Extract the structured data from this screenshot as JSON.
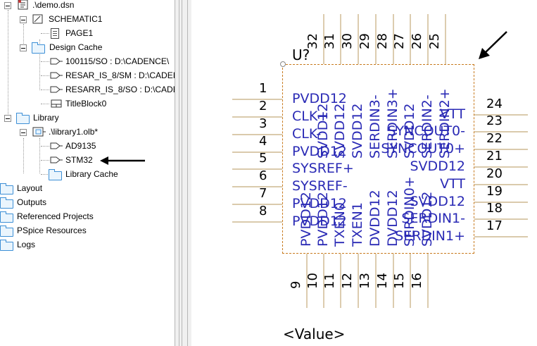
{
  "tree": {
    "root": ".\\demo.dsn",
    "schematic": "SCHEMATIC1",
    "page": "PAGE1",
    "design_cache": "Design Cache",
    "cache_items": [
      "100115/SO : D:\\CADENCE\\",
      "RESAR_IS_8/SM : D:\\CADEI",
      "RESARR_IS_8/SO : D:\\CADE",
      "TitleBlock0"
    ],
    "library": "Library",
    "library_file": ".\\library1.olb*",
    "library_parts": [
      "AD9135",
      "STM32"
    ],
    "library_cache": "Library Cache",
    "bottom_folders": [
      "Layout",
      "Outputs",
      "Referenced Projects",
      "PSpice Resources",
      "Logs"
    ]
  },
  "schematic": {
    "refdes": "U?",
    "value": "<Value>",
    "left_pin_numbers": [
      "1",
      "2",
      "3",
      "4",
      "5",
      "6",
      "7",
      "8"
    ],
    "left_pin_names": [
      "PVDD12",
      "CLK+",
      "CLK-",
      "PVDD12",
      "SYSREF+",
      "SYSREF-",
      "PVDD12",
      "PVDD12"
    ],
    "right_pin_numbers": [
      "24",
      "23",
      "22",
      "21",
      "20",
      "19",
      "18",
      "17"
    ],
    "right_pin_names": [
      "VTT",
      "SYNCOUT0-",
      "SYNCOUT0+",
      "SVDD12",
      "VTT",
      "SVDD12",
      "SERDIN1-",
      "SERDIN1+"
    ],
    "top_pin_numbers": [
      "32",
      "31",
      "30",
      "29",
      "28",
      "27",
      "26",
      "25"
    ],
    "top_pin_names": [
      "SVDD12",
      "SVDD12",
      "SVDD12",
      "SERDIN3-",
      "SERDIN3+",
      "SVDD12",
      "SERDIN2-",
      "SERDIN2+"
    ],
    "bottom_pin_numbers": [
      "9",
      "10",
      "11",
      "12",
      "13",
      "14",
      "15",
      "16"
    ],
    "bottom_pin_names": [
      "PVDD12",
      "PVDD12",
      "TXEN0",
      "TXEN1",
      "DVDD12",
      "DVDD12",
      "SERDIN0+",
      "SVDD12"
    ]
  },
  "colors": {
    "pin_name": "#2a2ab5",
    "body_outline": "#c87a1e",
    "pin_line": "#c4aa7a",
    "folder": "#3d8fd6",
    "annotation_arrow": "#000000"
  },
  "icons": {
    "root": "design-file-icon",
    "folder": "folder-icon",
    "page": "page-icon",
    "part": "part-symbol-icon",
    "library": "library-file-icon"
  }
}
